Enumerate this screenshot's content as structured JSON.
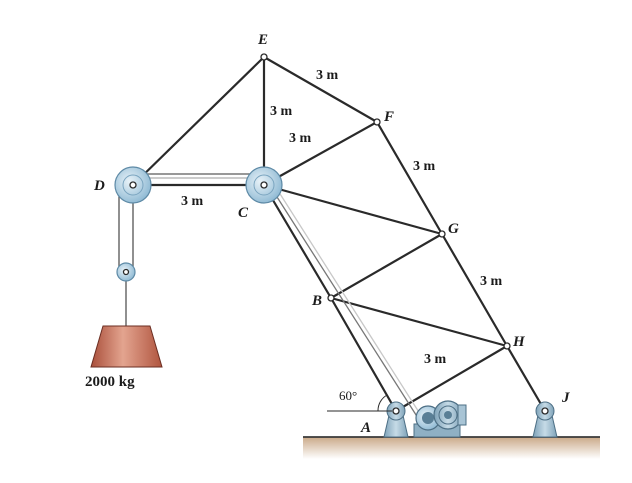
{
  "points": {
    "A": "A",
    "B": "B",
    "C": "C",
    "D": "D",
    "E": "E",
    "F": "F",
    "G": "G",
    "H": "H",
    "J": "J"
  },
  "dimensions": {
    "ef": "3 m",
    "ec": "3 m",
    "cf": "3 m",
    "fg": "3 m",
    "dc": "3 m",
    "gh": "3 m",
    "bh": "3 m"
  },
  "angle": "60°",
  "mass": "2000 kg",
  "colors": {
    "pulley": "#a9cbe0",
    "support": "#8fb0c4",
    "ground": "#d9c2a8",
    "mass": "#c56b55"
  }
}
